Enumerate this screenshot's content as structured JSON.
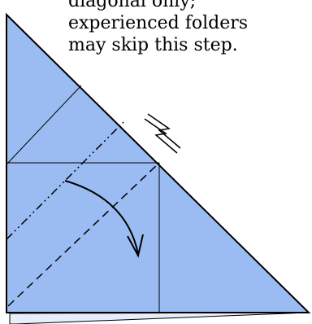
{
  "caption": {
    "lines": [
      "diagonal only;",
      "experienced folders",
      "may skip this step."
    ]
  },
  "colors": {
    "paper_blue": "#9bbcf3",
    "underlayer": "#e7eef9",
    "line": "#000000"
  },
  "symbols": {
    "fold_arrow": "arrow-icon",
    "lightning_mark": "zigzag-icon"
  }
}
